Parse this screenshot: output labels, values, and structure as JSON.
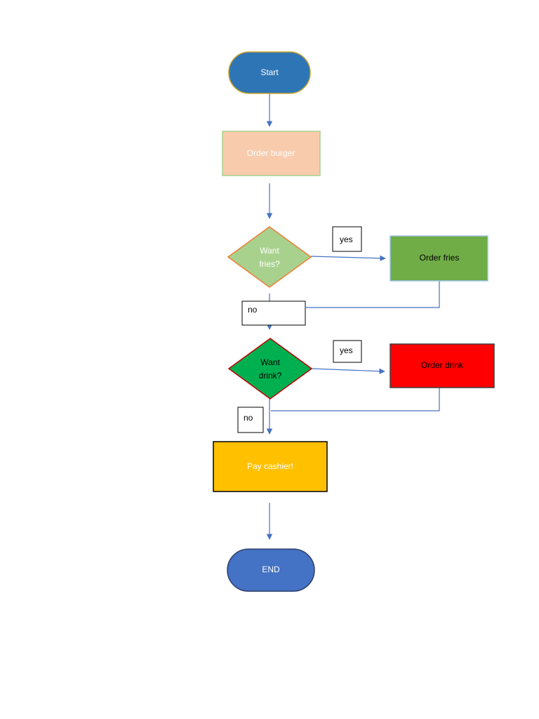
{
  "diagram": {
    "nodes": {
      "start": {
        "label": "Start",
        "fill": "#2e75b6",
        "stroke": "#c9a227",
        "text_color": "#ffffff"
      },
      "order_burger": {
        "label": "Order burger",
        "fill": "#f8cbad",
        "stroke": "#a9d18e",
        "text_color": "#ffffff"
      },
      "want_fries": {
        "lines": [
          "Want",
          "fries?"
        ],
        "fill": "#a9d18e",
        "stroke": "#ed7d31",
        "text_color": "#ffffff"
      },
      "order_fries": {
        "label": "Order fries",
        "fill": "#70ad47",
        "stroke": "#9dc3e6",
        "text_color": "#000000"
      },
      "want_drink": {
        "lines": [
          "Want",
          "drink?"
        ],
        "fill": "#00b050",
        "stroke": "#c00000",
        "text_color": "#000000"
      },
      "order_drink": {
        "label": "Order drink",
        "fill": "#ff0000",
        "stroke": "#404040",
        "text_color": "#000000"
      },
      "pay_cashier": {
        "label": "Pay cashier!",
        "fill": "#ffc000",
        "stroke": "#000000",
        "text_color": "#ffffff"
      },
      "end": {
        "label": "END",
        "fill": "#4472c4",
        "stroke": "#2f3f6b",
        "text_color": "#ffffff"
      }
    },
    "labels": {
      "fries_yes": "yes",
      "fries_no": "no",
      "drink_yes": "yes",
      "drink_no": "no"
    },
    "colors": {
      "connector": "#4472c4"
    }
  }
}
